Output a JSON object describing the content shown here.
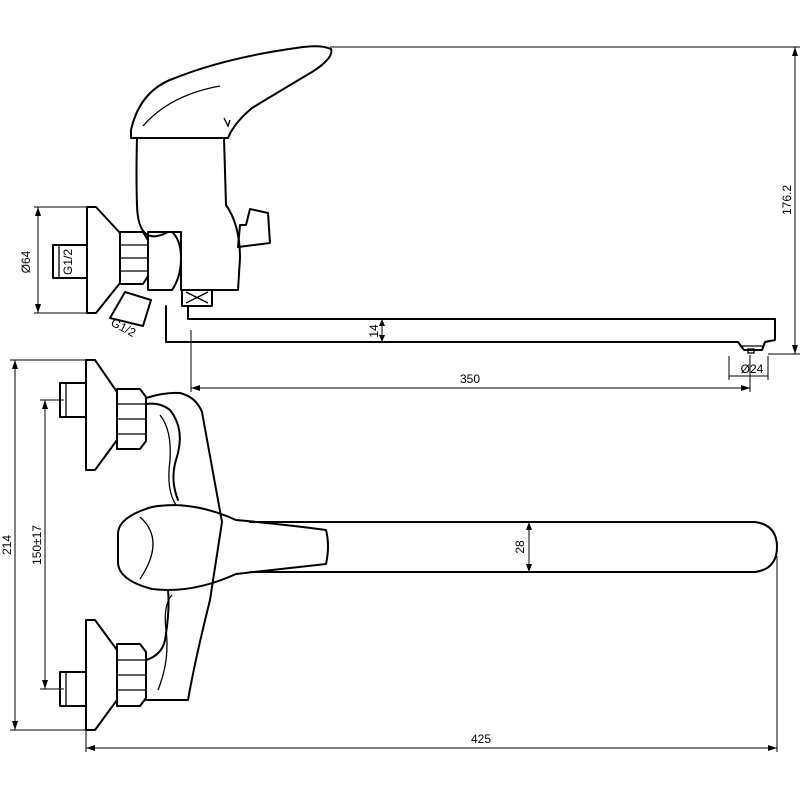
{
  "dimensions": {
    "flange_diameter": "Ø64",
    "inlet_thread_top": "G1/2",
    "inlet_thread_angled": "G1/2",
    "overall_height": "176.2",
    "spout_thickness": "14",
    "spout_reach": "350",
    "outlet_diameter": "Ø24",
    "overall_depth": "214",
    "inlet_spacing": "150±17",
    "spout_width": "28",
    "overall_length": "425"
  }
}
